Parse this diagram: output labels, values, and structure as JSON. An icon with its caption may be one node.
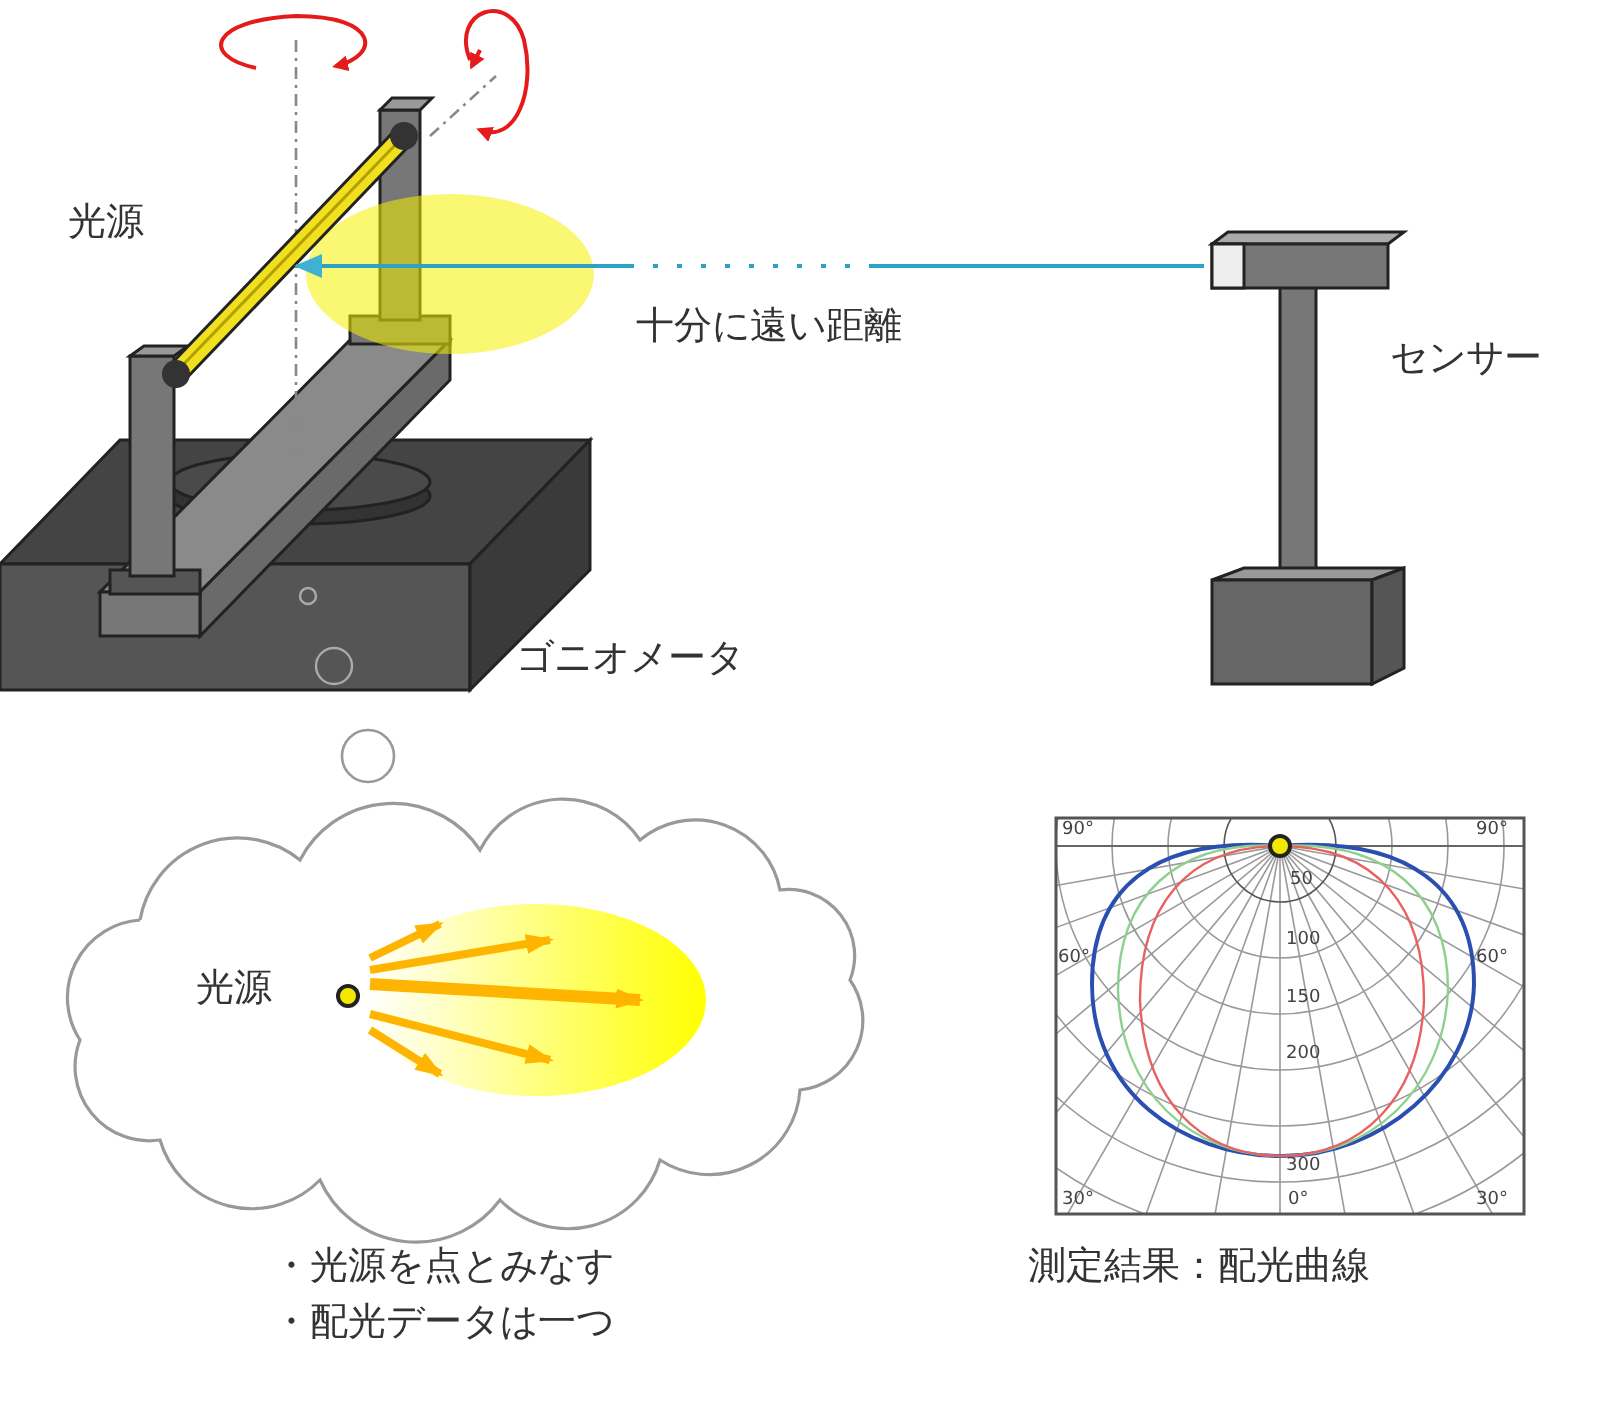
{
  "diagram": {
    "nodes": [
      {
        "text": [],
        "shape": "picture",
        "beside": [
          "光源"
        ]
      },
      {
        "text": [],
        "shape": "picture",
        "beside": [
          "センサー"
        ]
      },
      {
        "text": [
          "光源"
        ],
        "beside": [
          "・光源を点とみなす",
          "・配光データは一つ"
        ]
      }
    ],
    "edges": [
      {
        "from": 1,
        "to": 0,
        "arrow": "to",
        "label": "十分に遠い距離"
      }
    ],
    "labels": [
      "ゴニオメータ",
      "90°",
      "90°",
      "50",
      "60°",
      "100",
      "60°",
      "150",
      "200",
      "300",
      "30°",
      "0°",
      "30°",
      "測定結果：配光曲線"
    ]
  }
}
